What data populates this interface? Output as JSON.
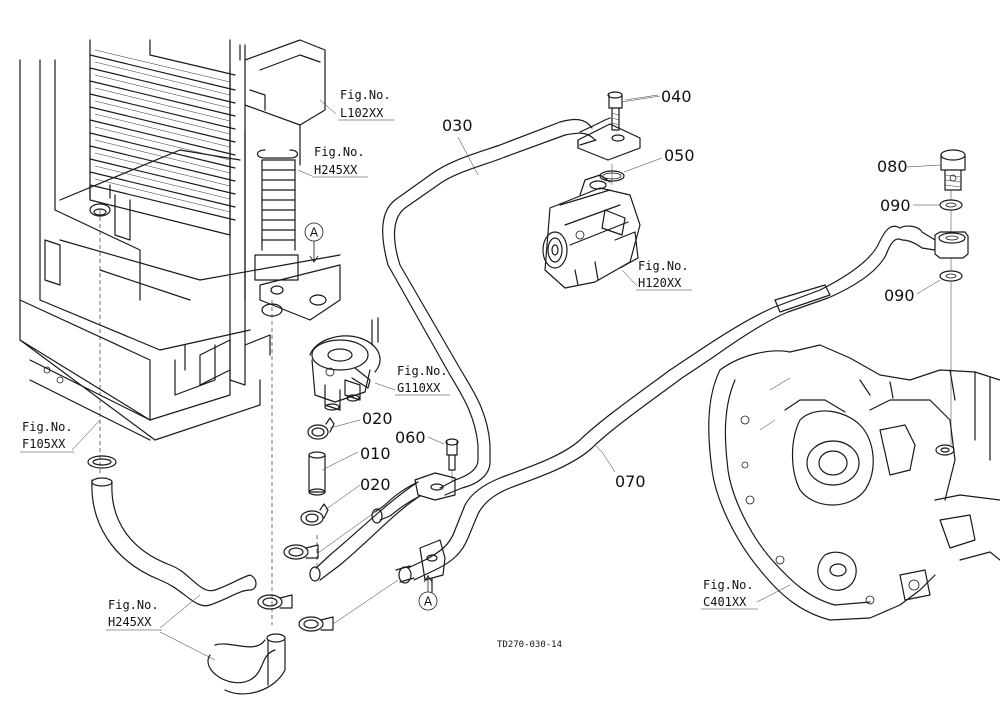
{
  "parts": {
    "p030": "030",
    "p040": "040",
    "p050": "050",
    "p080": "080",
    "p090a": "090",
    "p090b": "090",
    "p020a": "020",
    "p010": "010",
    "p020b": "020",
    "p060": "060",
    "p070": "070"
  },
  "figrefs": {
    "l102": {
      "top": "Fig.No.",
      "bottom": "L102XX"
    },
    "h245a": {
      "top": "Fig.No.",
      "bottom": "H245XX"
    },
    "h120": {
      "top": "Fig.No.",
      "bottom": "H120XX"
    },
    "g110": {
      "top": "Fig.No.",
      "bottom": "G110XX"
    },
    "f105": {
      "top": "Fig.No.",
      "bottom": "F105XX"
    },
    "h245b": {
      "top": "Fig.No.",
      "bottom": "H245XX"
    },
    "c401": {
      "top": "Fig.No.",
      "bottom": "C401XX"
    }
  },
  "markers": {
    "a_top": "A",
    "a_bottom": "A"
  },
  "footer": {
    "code": "TD270-030-14"
  }
}
